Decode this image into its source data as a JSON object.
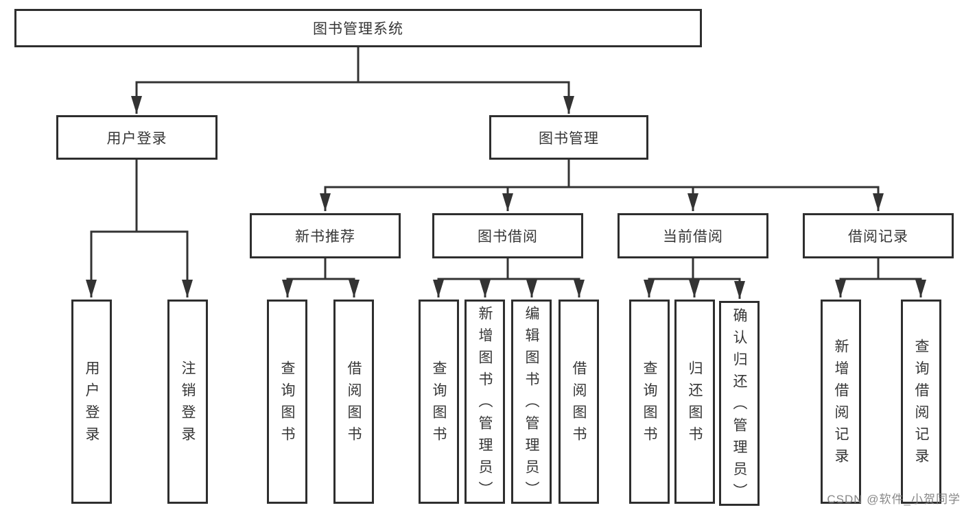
{
  "colors": {
    "line": "#333333",
    "box_border": "#2e2e2e",
    "box_fill": "#ffffff",
    "background": "#ffffff",
    "watermark": "#7d7d7d"
  },
  "root": {
    "label": "图书管理系统"
  },
  "level2": [
    {
      "label": "用户登录"
    },
    {
      "label": "图书管理"
    }
  ],
  "level3": [
    {
      "label": "新书推荐"
    },
    {
      "label": "图书借阅"
    },
    {
      "label": "当前借阅"
    },
    {
      "label": "借阅记录"
    }
  ],
  "level4": {
    "user_login": [
      {
        "label": "用户登录"
      },
      {
        "label": "注销登录"
      }
    ],
    "new_books": [
      {
        "label": "查询图书"
      },
      {
        "label": "借阅图书"
      }
    ],
    "book_borrow": [
      {
        "label": "查询图书"
      },
      {
        "label": "新增图书（管理员）"
      },
      {
        "label": "编辑图书（管理员）"
      },
      {
        "label": "借阅图书"
      }
    ],
    "current_borrow": [
      {
        "label": "查询图书"
      },
      {
        "label": "归还图书"
      },
      {
        "label": "确认归还（管理员）"
      }
    ],
    "borrow_records": [
      {
        "label": "新增借阅记录"
      },
      {
        "label": "查询借阅记录"
      }
    ]
  },
  "watermark": "CSDN @软件_小贺同学"
}
